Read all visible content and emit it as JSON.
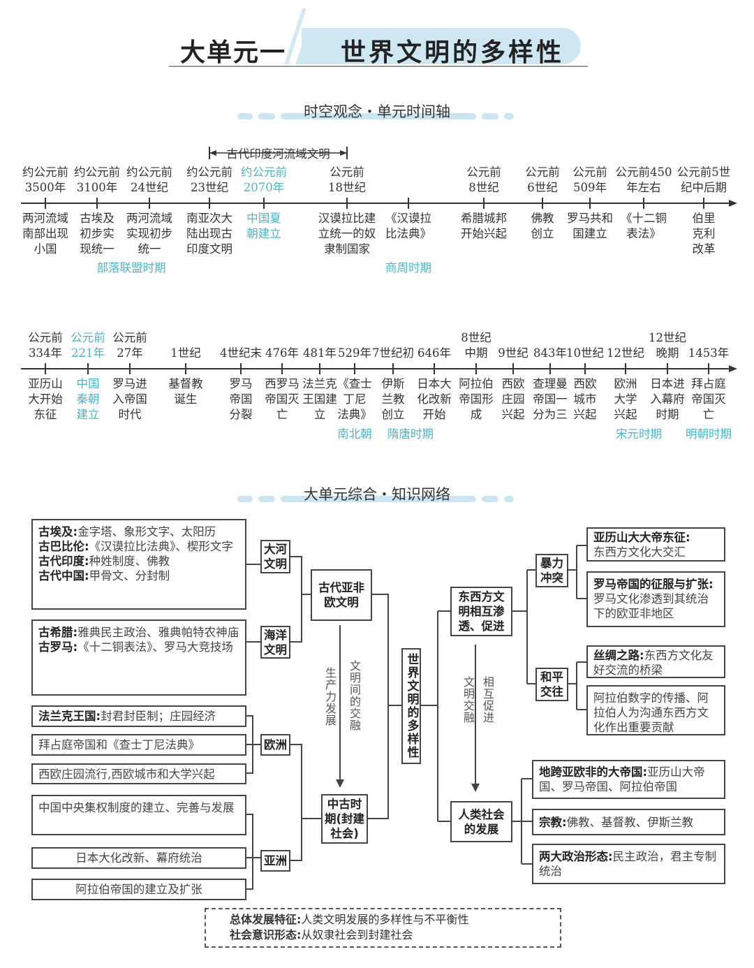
{
  "header": {
    "unit": "大单元一",
    "title": "世界文明的多样性"
  },
  "timeline_section": {
    "title": "时空观念・单元时间轴"
  },
  "network_section": {
    "title": "大单元综合・知识网络"
  },
  "colors": {
    "teal": "#4bb4c8",
    "pill": "#cfe6f3",
    "ink": "#333333"
  },
  "timeline1": {
    "bracket_label": "古代印度河流域文明",
    "events": [
      {
        "date": "约公元前\n3500年",
        "event": "两河流域\n南部出现\n小国"
      },
      {
        "date": "约公元前\n3100年",
        "event": "古埃及\n初步实\n现统一"
      },
      {
        "date": "约公元前\n24世纪",
        "event": "两河流域\n实现初步\n统一"
      },
      {
        "date": "约公元前\n23世纪",
        "event": "南亚次大\n陆出现古\n印度文明"
      },
      {
        "date": "约公元前\n2070年",
        "event": "中国夏\n朝建立",
        "highlight": true
      },
      {
        "date": "公元前\n18世纪",
        "event": "汉谟拉比建\n立统一的奴\n隶制国家"
      },
      {
        "date": "",
        "event": "《汉谟拉\n比法典》"
      },
      {
        "date": "公元前\n8世纪",
        "event": "希腊城邦\n开始兴起"
      },
      {
        "date": "公元前\n6世纪",
        "event": "佛教\n创立"
      },
      {
        "date": "公元前\n509年",
        "event": "罗马共和\n国建立"
      },
      {
        "date": "公元前450\n年左右",
        "event": "《十二铜\n表法》"
      },
      {
        "date": "公元前5世\n纪中后期",
        "event": "伯里\n克利\n改革"
      }
    ],
    "periods": [
      "部落联盟时期",
      "商周时期"
    ]
  },
  "timeline2": {
    "events": [
      {
        "date": "公元前\n334年",
        "event": "亚历山\n大开始\n东征"
      },
      {
        "date": "公元前\n221年",
        "event": "中国\n秦朝\n建立",
        "highlight": true
      },
      {
        "date": "公元前\n27年",
        "event": "罗马进\n入帝国\n时代"
      },
      {
        "date": "1世纪",
        "event": "基督教\n诞生"
      },
      {
        "date": "4世纪末",
        "event": "罗马\n帝国\n分裂"
      },
      {
        "date": "476年",
        "event": "西罗马\n帝国灭\n亡"
      },
      {
        "date": "481年",
        "event": "法兰克\n王国建\n立"
      },
      {
        "date": "529年",
        "event": "《查士\n丁尼\n法典》"
      },
      {
        "date": "7世纪初",
        "event": "伊斯\n兰教\n创立"
      },
      {
        "date": "646年",
        "event": "日本大\n化改新\n开始"
      },
      {
        "date": "8世纪\n中期",
        "event": "阿拉伯\n帝国形\n成"
      },
      {
        "date": "9世纪",
        "event": "西欧\n庄园\n兴起"
      },
      {
        "date": "843年",
        "event": "查理曼\n帝国一\n分为三"
      },
      {
        "date": "10世纪",
        "event": "西欧\n城市\n兴起"
      },
      {
        "date": "12世纪",
        "event": "欧洲\n大学\n兴起"
      },
      {
        "date": "12世纪\n晚期",
        "event": "日本进\n入幕府\n时期"
      },
      {
        "date": "1453年",
        "event": "拜占庭\n帝国灭\n亡"
      }
    ],
    "periods": [
      "南北朝",
      "隋唐时期",
      "宋元时期",
      "明朝时期"
    ]
  },
  "network": {
    "center": "世界文明的多样性",
    "ancient": {
      "node": "古代亚非欧文明",
      "river": {
        "node": "大河文明",
        "items": [
          {
            "label": "古埃及:",
            "text": "金字塔、象形文字、太阳历"
          },
          {
            "label": "古巴比伦:",
            "text": "《汉谟拉比法典》、楔形文字"
          },
          {
            "label": "古代印度:",
            "text": "种姓制度、佛教"
          },
          {
            "label": "古代中国:",
            "text": "甲骨文、分封制"
          }
        ]
      },
      "ocean": {
        "node": "海洋文明",
        "items": [
          {
            "label": "古希腊:",
            "text": "雅典民主政治、雅典帕特农神庙"
          },
          {
            "label": "古罗马:",
            "text": "《十二铜表法》、罗马大竞技场"
          }
        ]
      }
    },
    "medieval": {
      "node": "中古时期(封建社会)",
      "europe": {
        "node": "欧洲",
        "items": [
          {
            "label": "法兰克王国:",
            "text": "封君封臣制；庄园经济"
          },
          {
            "label": "",
            "text": "拜占庭帝国和《查士丁尼法典》"
          },
          {
            "label": "",
            "text": "西欧庄园流行,西欧城市和大学兴起"
          }
        ]
      },
      "asia": {
        "node": "亚洲",
        "items": [
          {
            "label": "",
            "text": "中国中央集权制度的建立、完善与发展"
          },
          {
            "label": "",
            "text": "日本大化改新、幕府统治"
          },
          {
            "label": "",
            "text": "阿拉伯帝国的建立及扩张"
          }
        ]
      }
    },
    "left_arrow_labels": [
      "生产力发展",
      "文明间的交融"
    ],
    "exchange": {
      "node": "东西方文明相互渗透、促进",
      "violent": {
        "node": "暴力冲突",
        "items": [
          {
            "label": "亚历山大大帝东征:",
            "text": "东西方文化大交汇"
          },
          {
            "label": "罗马帝国的征服与扩张:",
            "text": "罗马文化渗透到其统治下的欧亚非地区"
          }
        ]
      },
      "peaceful": {
        "node": "和平交往",
        "items": [
          {
            "label": "丝绸之路:",
            "text": "东西方文化友好交流的桥梁"
          },
          {
            "label": "",
            "text": "阿拉伯数字的传播、阿拉伯人为沟通东西方文化作出重要贡献"
          }
        ]
      }
    },
    "right_arrow_labels": [
      "文明交融",
      "相互促进"
    ],
    "society": {
      "node": "人类社会的发展",
      "items": [
        {
          "label": "地跨亚欧非的大帝国:",
          "text": "亚历山大帝国、罗马帝国、阿拉伯帝国"
        },
        {
          "label": "宗教:",
          "text": "佛教、基督教、伊斯兰教"
        },
        {
          "label": "两大政治形态:",
          "text": "民主政治，君主专制统治"
        }
      ]
    },
    "summary": [
      {
        "label": "总体发展特征:",
        "text": "人类文明发展的多样性与不平衡性"
      },
      {
        "label": "社会意识形态:",
        "text": "从奴隶社会到封建社会"
      }
    ]
  }
}
